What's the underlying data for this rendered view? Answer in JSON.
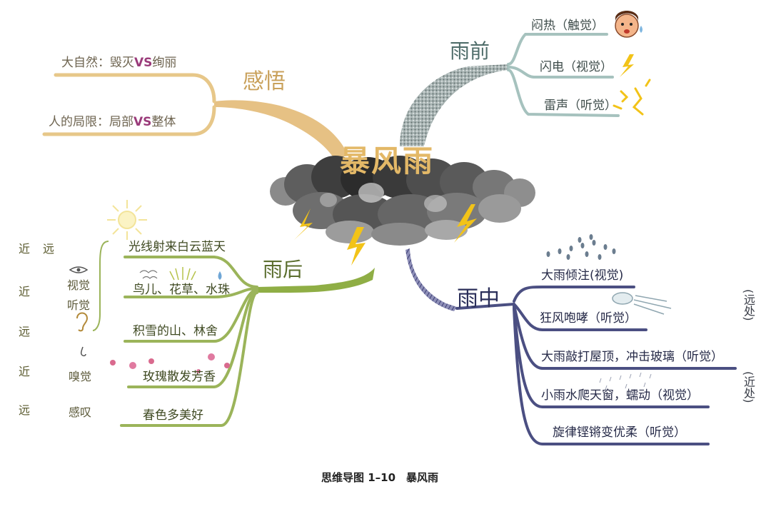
{
  "diagram": {
    "center": "暴风雨",
    "branches": {
      "ganwu": {
        "label": "感悟",
        "items": [
          {
            "pre": "大自然：毁灭",
            "vs": "VS",
            "post": "绚丽"
          },
          {
            "pre": "人的局限：局部",
            "vs": "VS",
            "post": "整体"
          }
        ]
      },
      "yuqian": {
        "label": "雨前",
        "items": [
          "闷热（触觉）",
          "闪电（视觉）",
          "雷声（听觉）"
        ]
      },
      "yuhou": {
        "label": "雨后",
        "items": [
          "光线射来白云蓝天",
          "鸟儿、花草、水珠",
          "积雪的山、林舍",
          "玫瑰散发芳香",
          "春色多美好"
        ],
        "senses": [
          "视觉",
          "听觉",
          "嗅觉",
          "感叹"
        ],
        "distance_left": [
          "近",
          "近",
          "远",
          "近",
          "远"
        ],
        "distance_left_top": "远"
      },
      "yuzhong": {
        "label": "雨中",
        "items": [
          "大雨倾注(视觉)",
          "狂风咆哮（听觉）",
          "大雨敲打屋顶，冲击玻璃（听觉）",
          "小雨水爬天窗，蠕动（视觉）",
          "旋律铿锵变优柔（听觉）"
        ],
        "distance_right": [
          "(远处)",
          "(近处)"
        ]
      }
    },
    "caption": "思维导图 1–10　暴风雨"
  }
}
